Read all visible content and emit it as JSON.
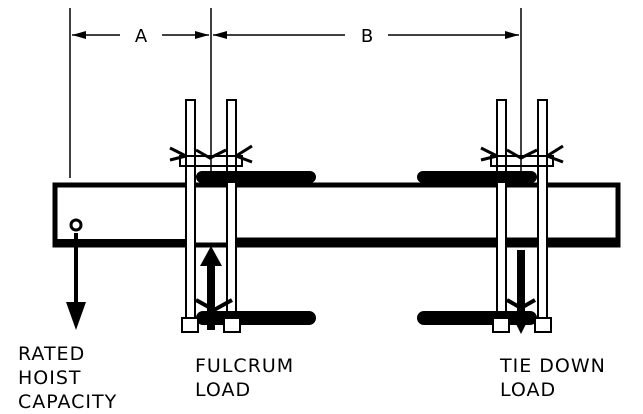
{
  "dimensions": {
    "a_label": "A",
    "b_label": "B"
  },
  "labels": {
    "rated_hoist_capacity": [
      "RATED",
      "HOIST",
      "CAPACITY"
    ],
    "fulcrum_load": [
      "FULCRUM",
      "LOAD"
    ],
    "tie_down_load": [
      "TIE DOWN",
      "LOAD"
    ]
  }
}
